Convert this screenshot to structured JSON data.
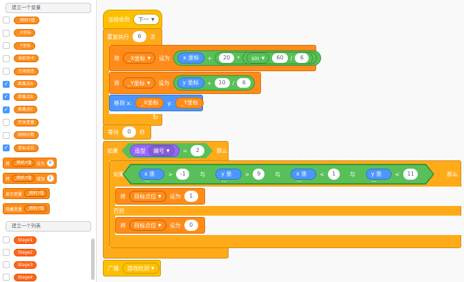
{
  "palette": {
    "make_variable": "建立一个变量",
    "variables": [
      {
        "name": "_随机Y值",
        "checked": false
      },
      {
        "name": "_X坐标",
        "checked": false
      },
      {
        "name": "_Y坐标",
        "checked": false
      },
      {
        "name": "当前关卡",
        "checked": false
      },
      {
        "name": "方块状态",
        "checked": false
      },
      {
        "name": "距离点A",
        "checked": true
      },
      {
        "name": "距离点B",
        "checked": true
      },
      {
        "name": "距离点C",
        "checked": true
      },
      {
        "name": "开关变量",
        "checked": false
      },
      {
        "name": "刚刚计数",
        "checked": false
      },
      {
        "name": "目标点位",
        "checked": true
      }
    ],
    "set_block": {
      "label": "将",
      "var": "_随机Y值",
      "to": "设为",
      "value": "0"
    },
    "change_block": {
      "label": "将",
      "var": "_随机Y值",
      "by": "增加",
      "value": "1"
    },
    "show_block": {
      "label": "显示变量",
      "var": "_随机Y值"
    },
    "hide_block": {
      "label": "隐藏变量",
      "var": "_随机Y值"
    },
    "make_list": "建立一个列表",
    "lists": [
      "Stage1",
      "Stage2",
      "Stage3",
      "Stage4"
    ]
  },
  "script": {
    "hat": {
      "label": "当接收到",
      "message": "下一"
    },
    "repeat": {
      "label": "重复执行",
      "count": "6",
      "suffix": "次"
    },
    "set_x": {
      "label": "将",
      "var": "_X坐标",
      "to": "设为",
      "reporter": "x 坐标",
      "plus": "+",
      "v1": "20",
      "times": "*",
      "fn": "sin",
      "angle": "60",
      "div": "/",
      "v2": "6"
    },
    "set_y": {
      "label": "将",
      "var": "_Y坐标",
      "to": "设为",
      "reporter": "y 坐标",
      "plus": "+",
      "v1": "10",
      "div": "/",
      "v2": "6"
    },
    "goto": {
      "label": "移到 x:",
      "x_var": "_X坐标",
      "y_label": "y:",
      "y_var": "_Y坐标"
    },
    "wait": {
      "label": "等待",
      "value": "0",
      "suffix": "秒"
    },
    "if_costume": {
      "label": "如果",
      "looks": "造型",
      "prop": "编号",
      "eq": "=",
      "value": "2",
      "then": "那么"
    },
    "if_pos": {
      "label": "如果",
      "r1": "x 坐标",
      "op1": ">",
      "v1": "-1",
      "and1": "与",
      "r2": "y 坐标",
      "op2": ">",
      "v2": "9",
      "and2": "与",
      "r3": "x 坐标",
      "op3": "<",
      "v3": "1",
      "and3": "与",
      "r4": "y 坐标",
      "op4": "<",
      "v4": "11",
      "then": "那么"
    },
    "set_target_1": {
      "label": "将",
      "var": "目标点位",
      "to": "设为",
      "value": "1"
    },
    "else": "否则",
    "set_target_0": {
      "label": "将",
      "var": "目标点位",
      "to": "设为",
      "value": "0"
    },
    "broadcast": {
      "label": "广播",
      "message": "游戏检测"
    }
  }
}
